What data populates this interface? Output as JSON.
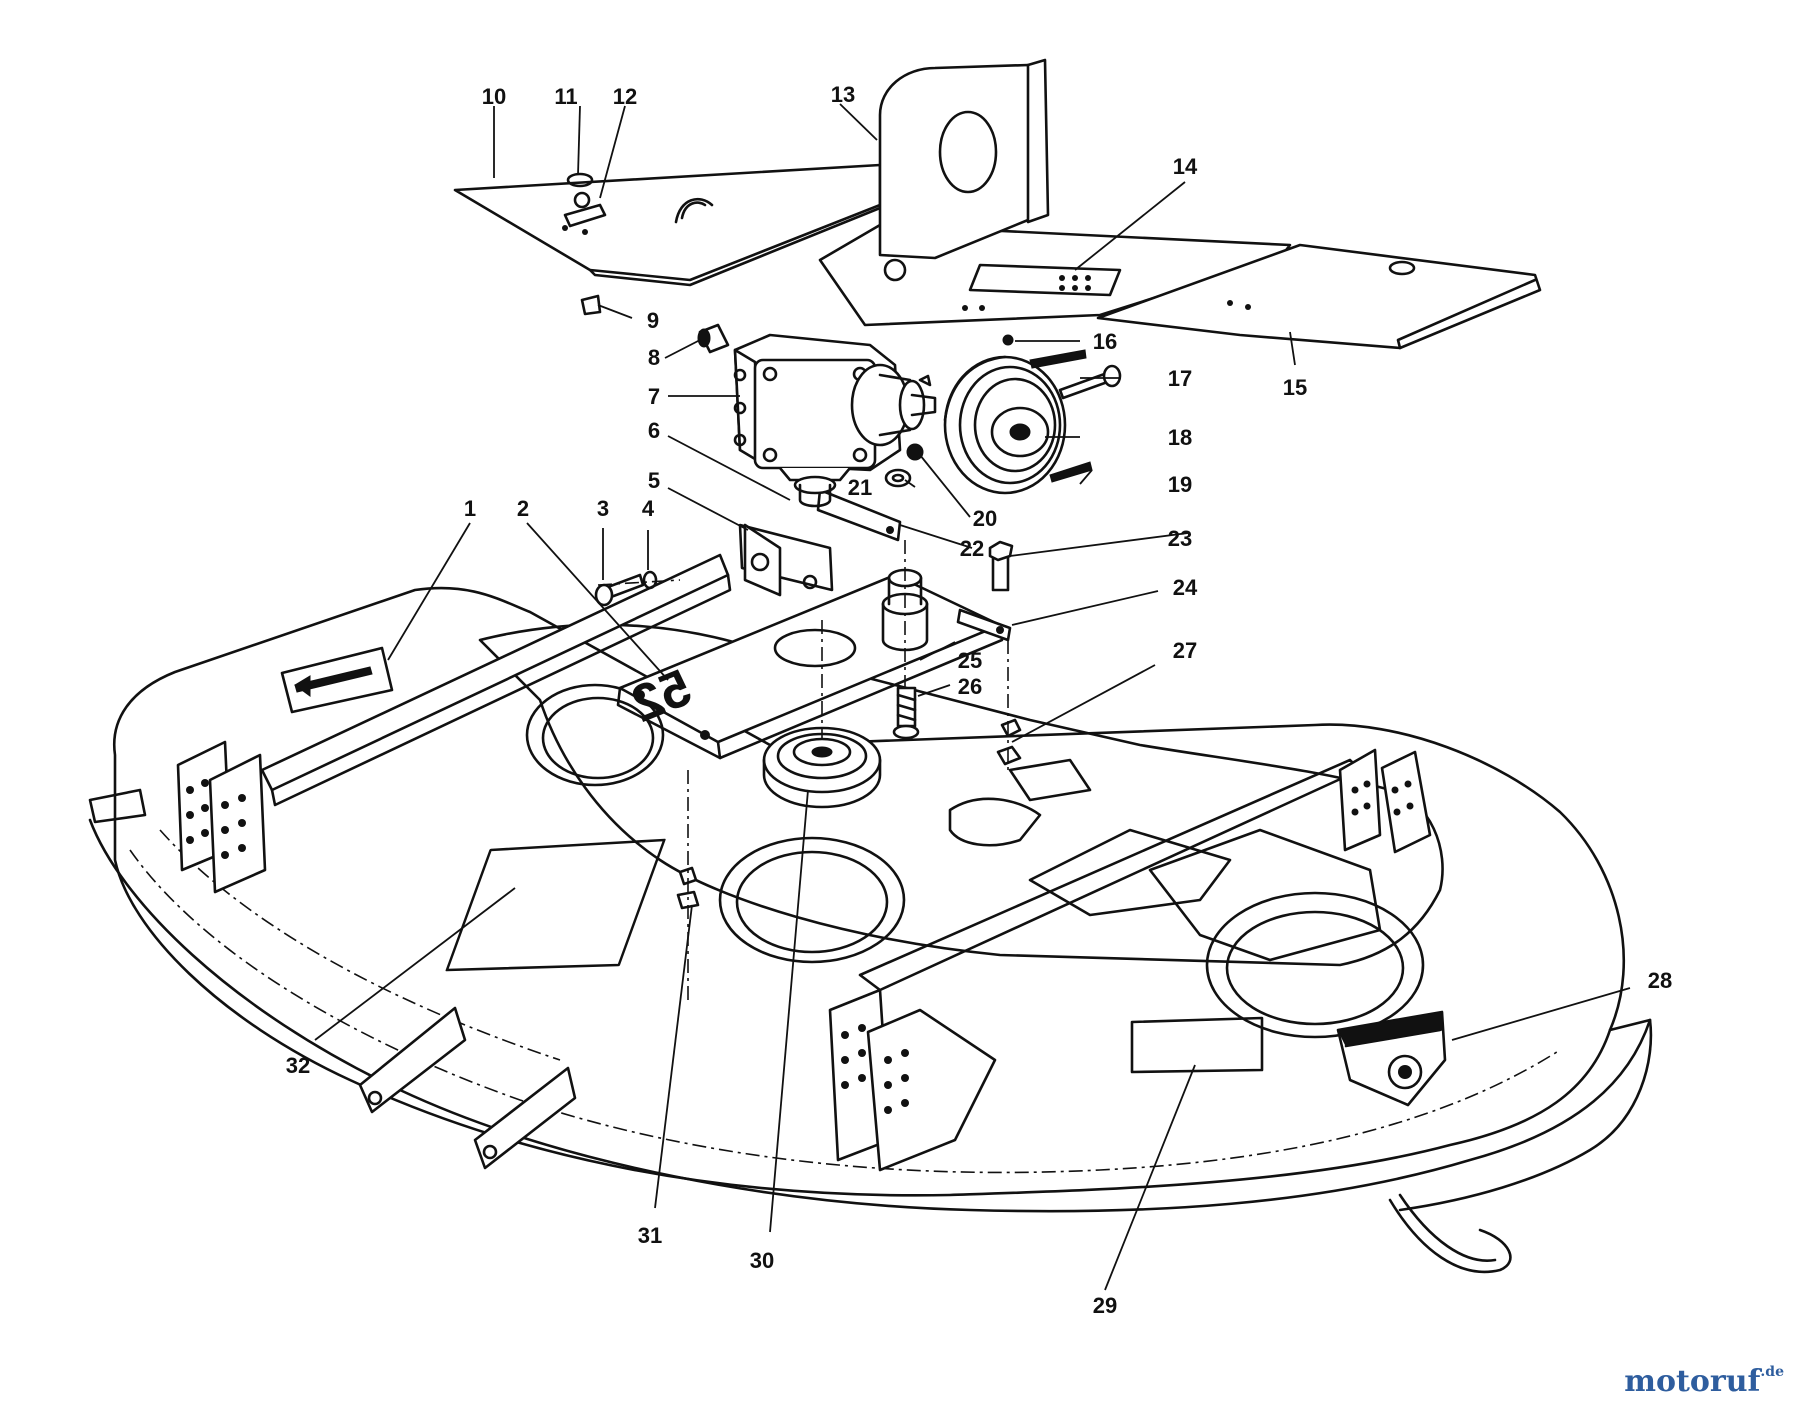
{
  "diagram": {
    "deck_number": "52",
    "callouts": [
      "1",
      "2",
      "3",
      "4",
      "5",
      "6",
      "7",
      "8",
      "9",
      "10",
      "11",
      "12",
      "13",
      "14",
      "15",
      "16",
      "17",
      "18",
      "19",
      "20",
      "21",
      "22",
      "23",
      "24",
      "25",
      "26",
      "27",
      "28",
      "29",
      "30",
      "31",
      "32"
    ]
  },
  "watermark": {
    "text_main": "motoruf",
    "text_tld": ".de"
  }
}
